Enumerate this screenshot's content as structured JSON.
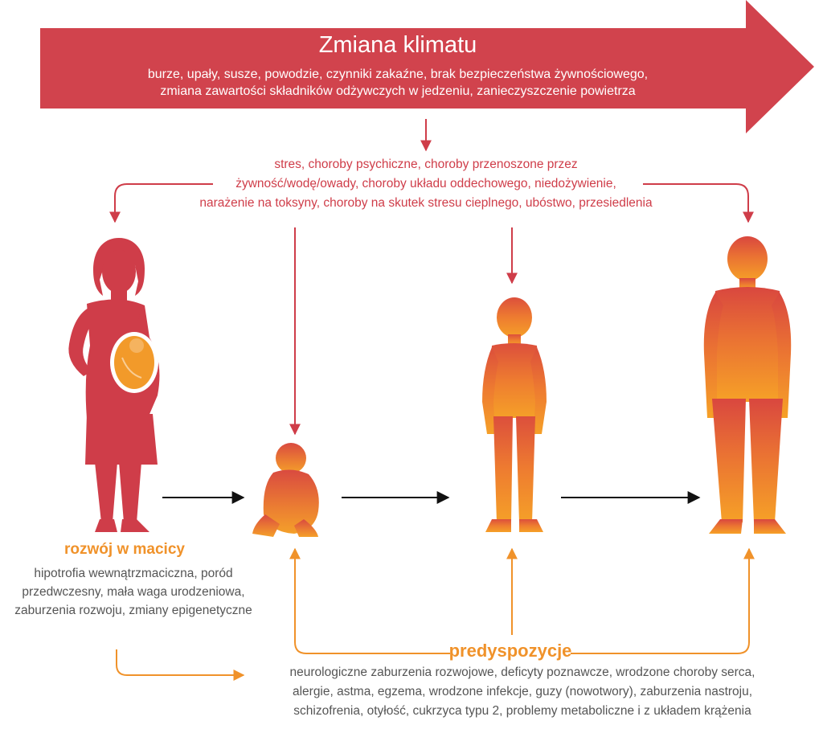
{
  "banner": {
    "title": "Zmiana klimatu",
    "subtitle_lines": [
      "burze, upały, susze, powodzie, czynniki zakaźne, brak bezpieczeństwa żywnościowego,",
      "zmiana zawartości składników odżywczych w jedzeniu, zanieczyszczenie powietrza"
    ]
  },
  "factors": {
    "lines": [
      "stres, choroby psychiczne, choroby przenoszone przez",
      "żywność/wodę/owady, choroby układu oddechowego, niedożywienie,",
      "narażenie na toksyny, choroby na skutek stresu cieplnego, ubóstwo, przesiedlenia"
    ]
  },
  "womb": {
    "title": "rozwój w macicy",
    "lines": [
      "hipotrofia wewnątrzmaciczna, poród",
      "przedwczesny, mała waga urodzeniowa,",
      "zaburzenia rozwoju, zmiany epigenetyczne"
    ]
  },
  "predisposition": {
    "title": "predyspozycje",
    "lines": [
      "neurologiczne zaburzenia rozwojowe, deficyty poznawcze, wrodzone choroby serca,",
      "alergie, astma, egzema, wrodzone infekcje, guzy (nowotwory), zaburzenia nastroju,",
      "schizofrenia, otyłość, cukrzyca typu 2, problemy metaboliczne i z układem krążenia"
    ]
  },
  "colors": {
    "banner": "#d1434d",
    "factor_text": "#cf3d49",
    "red_arrow": "#cf3d49",
    "orange": "#f0922a",
    "black_arrow": "#111111",
    "body_text": "#555555"
  }
}
